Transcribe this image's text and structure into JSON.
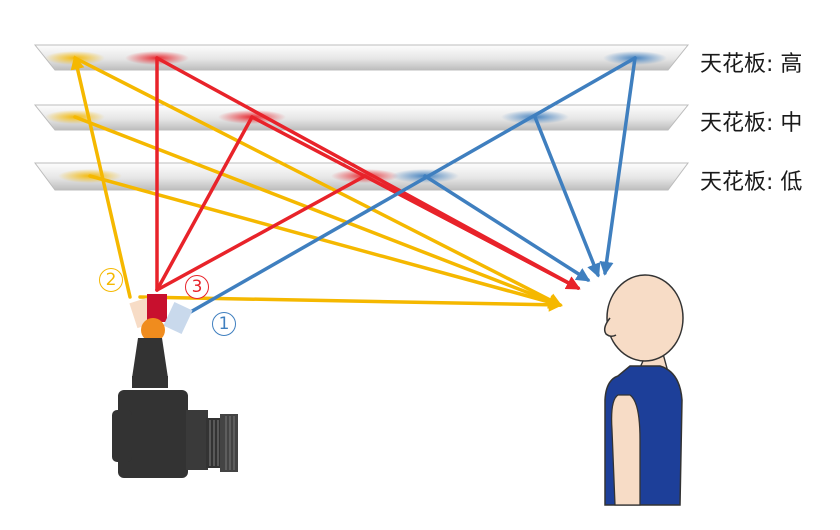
{
  "ceilings": [
    {
      "id": "high",
      "label": "天花板: 高"
    },
    {
      "id": "mid",
      "label": "天花板: 中"
    },
    {
      "id": "low",
      "label": "天花板: 低"
    }
  ],
  "flash_heads": [
    {
      "id": "2",
      "label": "2",
      "color": "#f5b800"
    },
    {
      "id": "3",
      "label": "3",
      "color": "#e8232a"
    },
    {
      "id": "1",
      "label": "1",
      "color": "#3f7fbf"
    }
  ],
  "colors": {
    "yellow": "#f5b800",
    "red": "#e8232a",
    "blue": "#3f7fbf",
    "camera": "#333333",
    "skin": "#f7dcc6",
    "shirt": "#1d3f99"
  },
  "icons": [
    "camera-icon",
    "person-icon"
  ]
}
